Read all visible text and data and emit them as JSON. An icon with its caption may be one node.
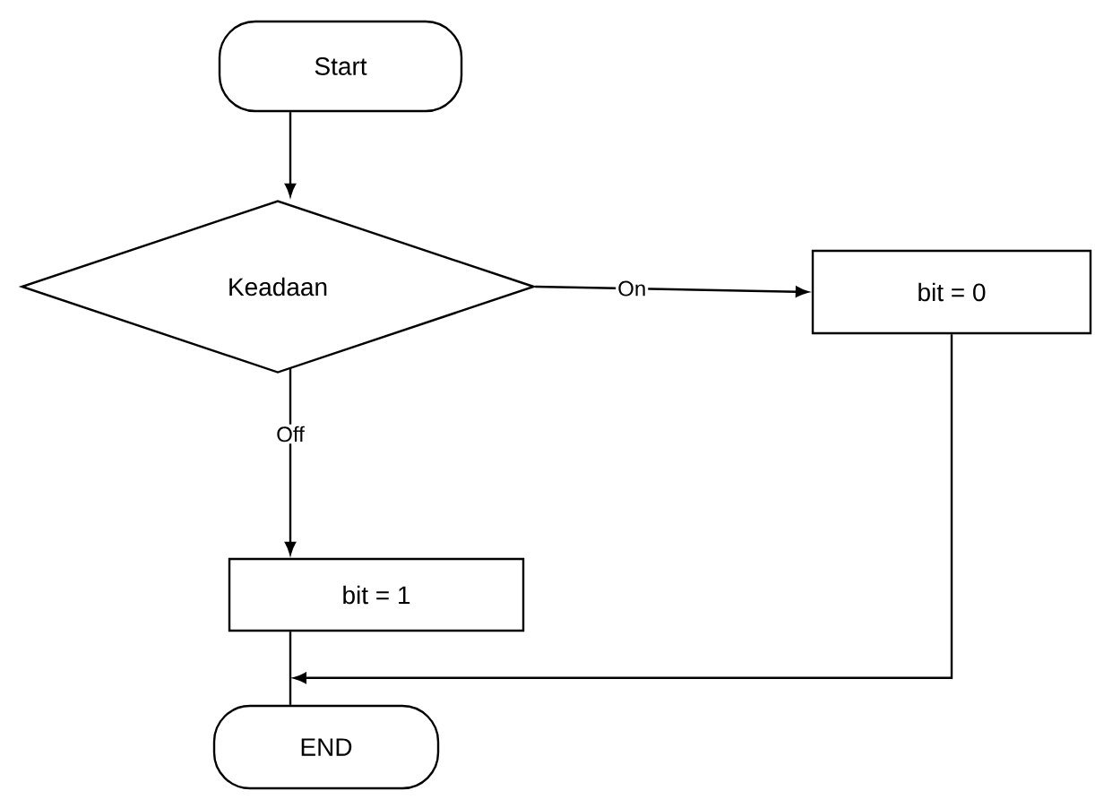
{
  "diagram": {
    "nodes": [
      {
        "text": [
          "Start"
        ]
      },
      {
        "text": [
          "Keadaan"
        ]
      },
      {
        "text": [
          "bit = 0"
        ]
      },
      {
        "text": [
          "bit = 1"
        ]
      },
      {
        "text": [
          "END"
        ]
      }
    ],
    "edges": [
      {
        "from": 0,
        "to": 1,
        "arrow": "to"
      },
      {
        "from": 1,
        "to": 2,
        "arrow": "to",
        "label": "On"
      },
      {
        "from": 1,
        "to": 3,
        "arrow": "to",
        "label": "Off"
      },
      {
        "from": 3,
        "to": 4,
        "arrow": "none"
      },
      {
        "from": 2,
        "to": 4,
        "arrow": "to"
      }
    ]
  }
}
